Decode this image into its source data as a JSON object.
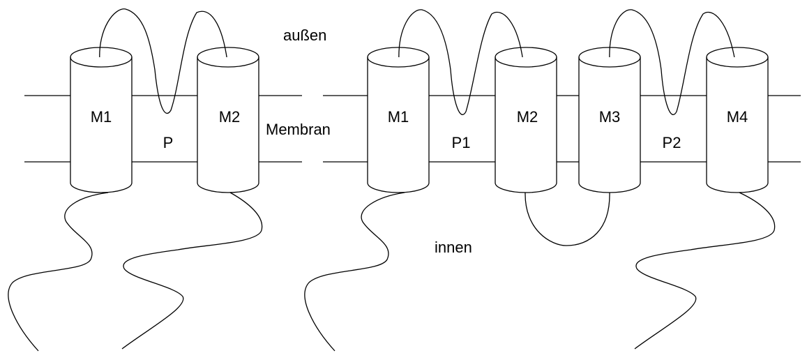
{
  "region_labels": {
    "outside": "außen",
    "membrane": "Membran",
    "inside": "innen"
  },
  "left_channel": {
    "segments": [
      "M1",
      "M2"
    ],
    "pore": "P"
  },
  "right_channel": {
    "segments": [
      "M1",
      "M2",
      "M3",
      "M4"
    ],
    "pores": [
      "P1",
      "P2"
    ]
  },
  "colors": {
    "line": "#000000",
    "background": "#ffffff"
  }
}
